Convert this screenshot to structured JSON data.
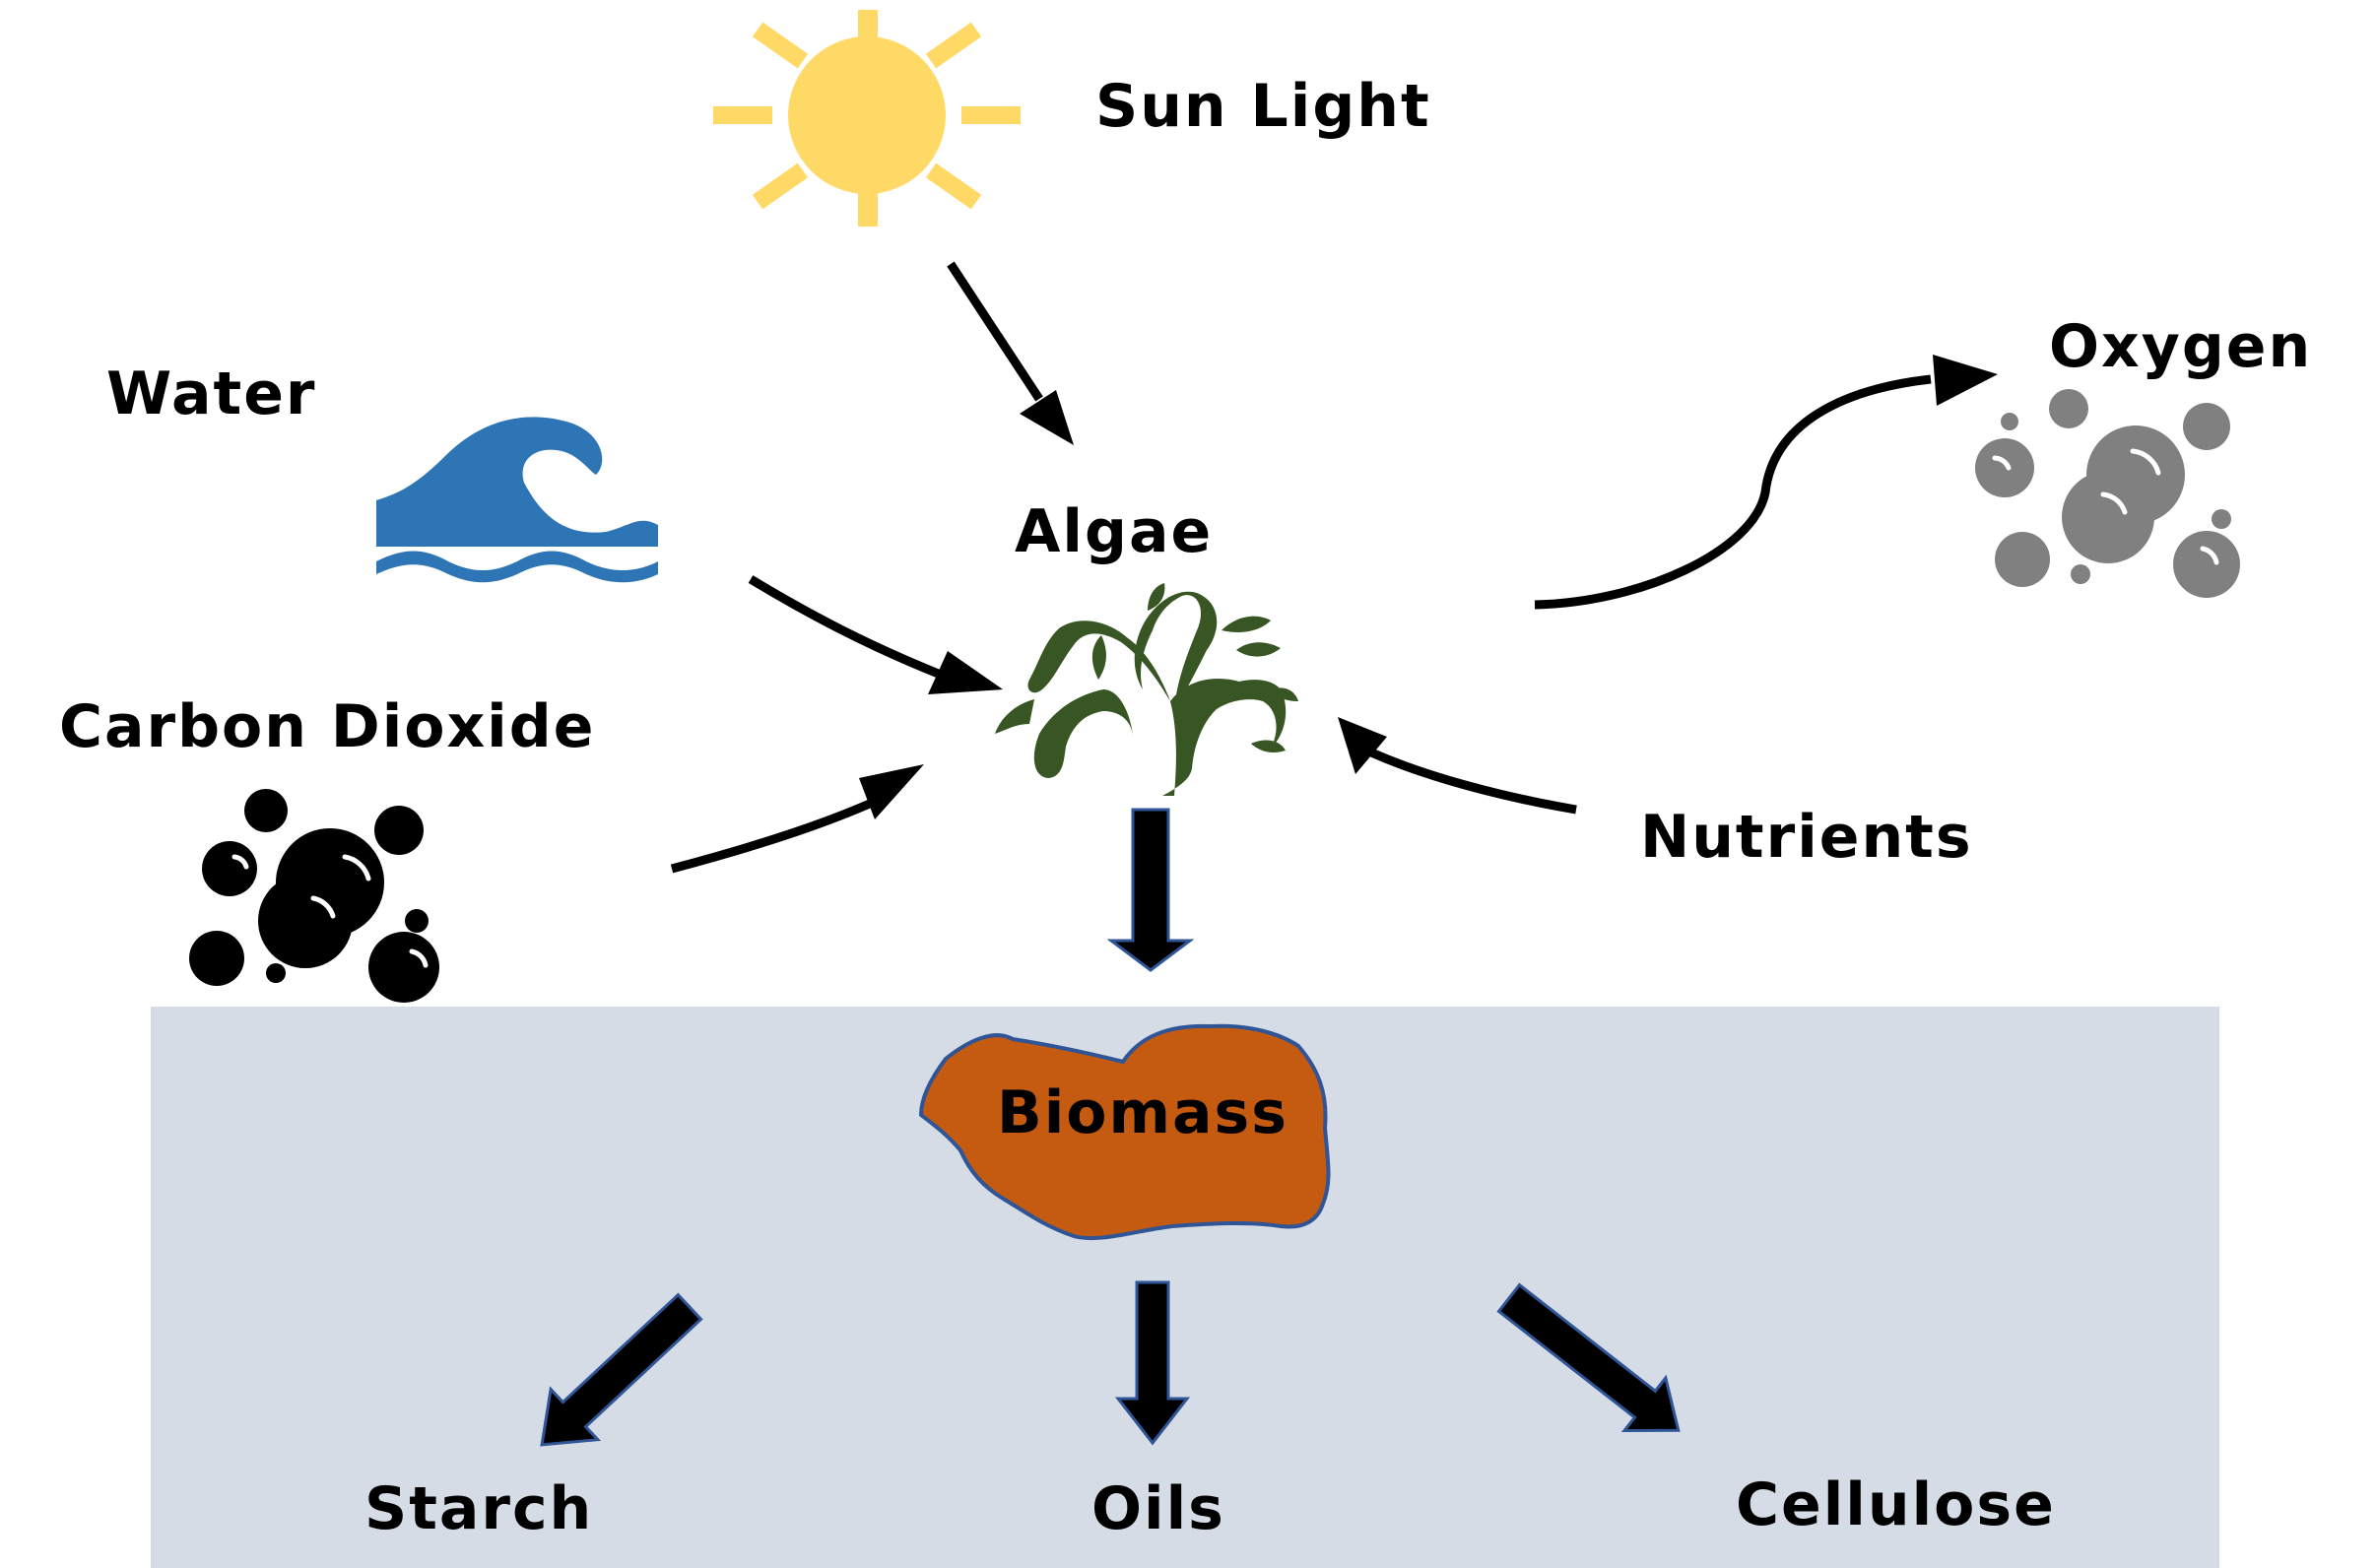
{
  "labels": {
    "sun": "Sun Light",
    "water": "Water",
    "carbon_dioxide": "Carbon Dioxide",
    "algae": "Algae",
    "oxygen": "Oxygen",
    "nutrients": "Nutrients",
    "biomass": "Biomass",
    "starch": "Starch",
    "oils": "Oils",
    "cellulose": "Cellulose"
  },
  "colors": {
    "sun": "#FFD966",
    "water": "#2E75B6",
    "co2_bubbles": "#000000",
    "oxygen_bubbles": "#808080",
    "algae": "#375623",
    "biomass_fill": "#C55A11",
    "biomass_outline": "#2F5597",
    "panel": "#D6DCE5",
    "arrow": "#000000",
    "block_arrow_outline": "#2F5597"
  },
  "icons": {
    "sun": "sun-icon",
    "water": "wave-icon",
    "carbon_dioxide": "bubbles-icon",
    "oxygen": "bubbles-icon",
    "algae": "seaweed-icon",
    "biomass": "blob-shape"
  }
}
